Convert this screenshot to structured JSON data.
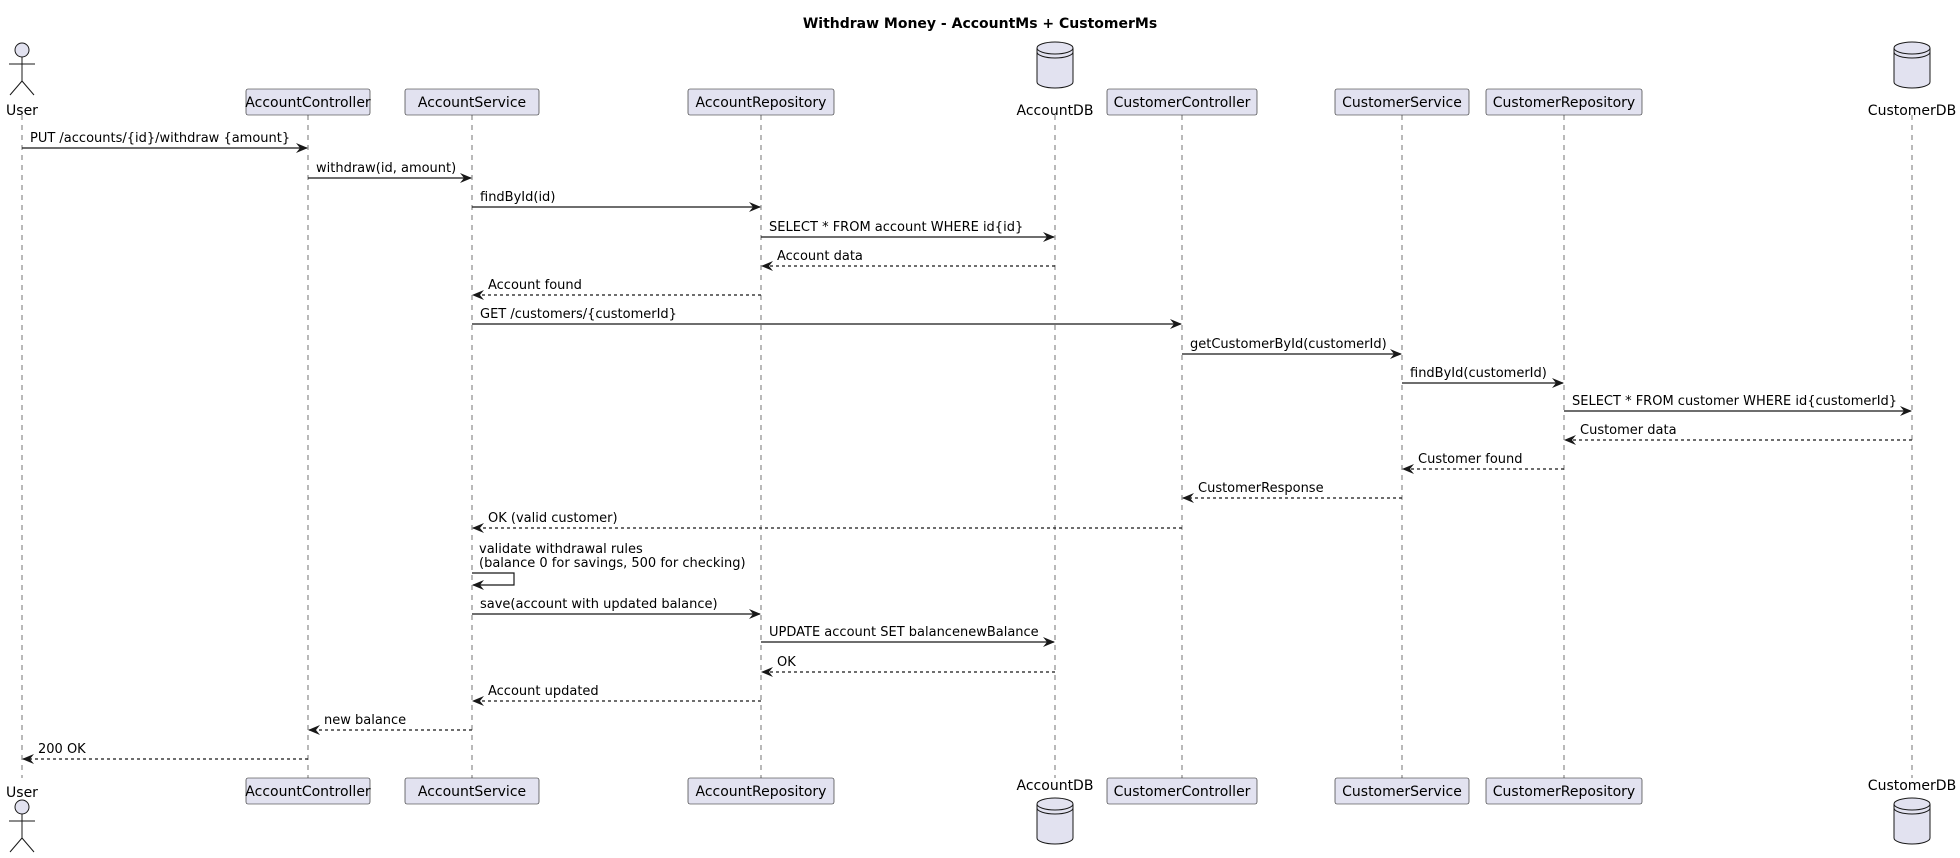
{
  "diagram": {
    "title": "Withdraw Money - AccountMs + CustomerMs",
    "participants": [
      {
        "id": "user",
        "label": "User",
        "kind": "actor"
      },
      {
        "id": "accountController",
        "label": "AccountController",
        "kind": "participant"
      },
      {
        "id": "accountService",
        "label": "AccountService",
        "kind": "participant"
      },
      {
        "id": "accountRepository",
        "label": "AccountRepository",
        "kind": "participant"
      },
      {
        "id": "accountDB",
        "label": "AccountDB",
        "kind": "database"
      },
      {
        "id": "customerController",
        "label": "CustomerController",
        "kind": "participant"
      },
      {
        "id": "customerService",
        "label": "CustomerService",
        "kind": "participant"
      },
      {
        "id": "customerRepository",
        "label": "CustomerRepository",
        "kind": "participant"
      },
      {
        "id": "customerDB",
        "label": "CustomerDB",
        "kind": "database"
      }
    ],
    "messages": [
      {
        "from": "user",
        "to": "accountController",
        "lines": [
          "PUT /accounts/{id}/withdraw {amount}"
        ],
        "style": "solid"
      },
      {
        "from": "accountController",
        "to": "accountService",
        "lines": [
          "withdraw(id, amount)"
        ],
        "style": "solid"
      },
      {
        "from": "accountService",
        "to": "accountRepository",
        "lines": [
          "findById(id)"
        ],
        "style": "solid"
      },
      {
        "from": "accountRepository",
        "to": "accountDB",
        "lines": [
          "SELECT * FROM account WHERE id{id}"
        ],
        "style": "solid"
      },
      {
        "from": "accountDB",
        "to": "accountRepository",
        "lines": [
          "Account data"
        ],
        "style": "dashed"
      },
      {
        "from": "accountRepository",
        "to": "accountService",
        "lines": [
          "Account found"
        ],
        "style": "dashed"
      },
      {
        "from": "accountService",
        "to": "customerController",
        "lines": [
          "GET /customers/{customerId}"
        ],
        "style": "solid"
      },
      {
        "from": "customerController",
        "to": "customerService",
        "lines": [
          "getCustomerById(customerId)"
        ],
        "style": "solid"
      },
      {
        "from": "customerService",
        "to": "customerRepository",
        "lines": [
          "findById(customerId)"
        ],
        "style": "solid"
      },
      {
        "from": "customerRepository",
        "to": "customerDB",
        "lines": [
          "SELECT * FROM customer WHERE id{customerId}"
        ],
        "style": "solid"
      },
      {
        "from": "customerDB",
        "to": "customerRepository",
        "lines": [
          "Customer data"
        ],
        "style": "dashed"
      },
      {
        "from": "customerRepository",
        "to": "customerService",
        "lines": [
          "Customer found"
        ],
        "style": "dashed"
      },
      {
        "from": "customerService",
        "to": "customerController",
        "lines": [
          "CustomerResponse"
        ],
        "style": "dashed"
      },
      {
        "from": "customerController",
        "to": "accountService",
        "lines": [
          "OK (valid customer)"
        ],
        "style": "dashed"
      },
      {
        "from": "accountService",
        "to": "accountService",
        "lines": [
          "validate withdrawal rules",
          "(balance  0 for savings,  500 for checking)"
        ],
        "style": "solid"
      },
      {
        "from": "accountService",
        "to": "accountRepository",
        "lines": [
          "save(account with updated balance)"
        ],
        "style": "solid"
      },
      {
        "from": "accountRepository",
        "to": "accountDB",
        "lines": [
          "UPDATE account SET balancenewBalance"
        ],
        "style": "solid"
      },
      {
        "from": "accountDB",
        "to": "accountRepository",
        "lines": [
          "OK"
        ],
        "style": "dashed"
      },
      {
        "from": "accountRepository",
        "to": "accountService",
        "lines": [
          "Account updated"
        ],
        "style": "dashed"
      },
      {
        "from": "accountService",
        "to": "accountController",
        "lines": [
          "new balance"
        ],
        "style": "dashed"
      },
      {
        "from": "accountController",
        "to": "user",
        "lines": [
          "200 OK"
        ],
        "style": "dashed"
      }
    ]
  }
}
